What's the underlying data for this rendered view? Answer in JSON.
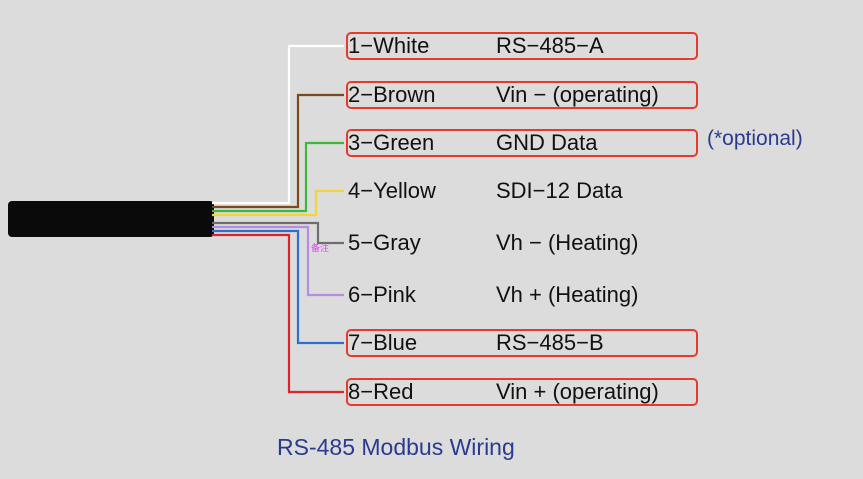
{
  "title": "RS-485 Modbus Wiring",
  "note": "(*optional)",
  "tiny_mark": "备注",
  "wires": [
    {
      "label": "1−White",
      "function": "RS−485−A",
      "color": "#ffffff",
      "boxed": true
    },
    {
      "label": "2−Brown",
      "function": "Vin −  (operating)",
      "color": "#7a4a1e",
      "boxed": true
    },
    {
      "label": "3−Green",
      "function": "GND Data",
      "color": "#3db83a",
      "boxed": true
    },
    {
      "label": "4−Yellow",
      "function": "SDI−12 Data",
      "color": "#f3d43a",
      "boxed": false
    },
    {
      "label": "5−Gray",
      "function": "Vh − (Heating)",
      "color": "#6d6d6d",
      "boxed": false
    },
    {
      "label": "6−Pink",
      "function": "Vh + (Heating)",
      "color": "#b48ee0",
      "boxed": false
    },
    {
      "label": "7−Blue",
      "function": "RS−485−B",
      "color": "#2f6fd0",
      "boxed": true
    },
    {
      "label": "8−Red",
      "function": "Vin + (operating)",
      "color": "#d8242a",
      "boxed": true
    }
  ]
}
